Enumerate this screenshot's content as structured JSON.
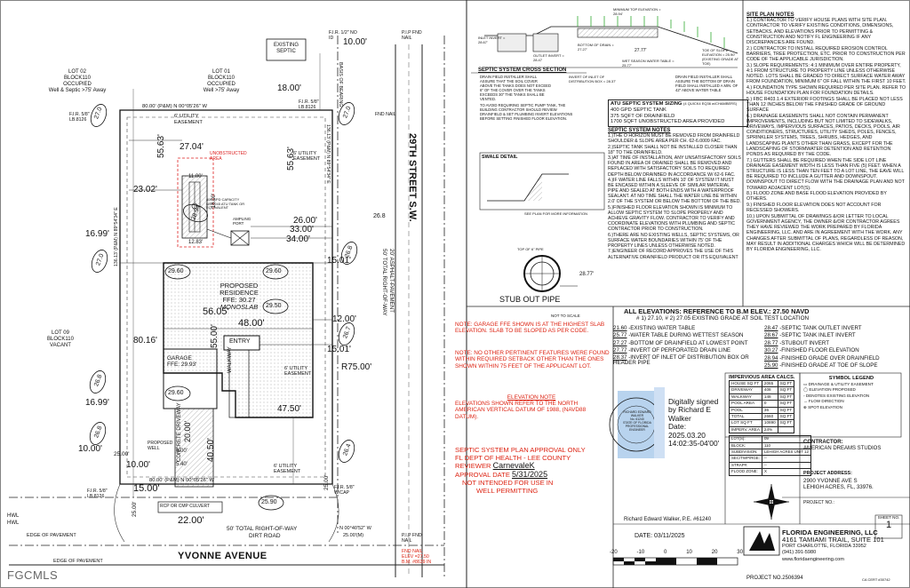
{
  "plan": {
    "avenue": "YVONNE AVENUE",
    "street": "29TH STREET S.W.",
    "row_street_1": "50' TOTAL RIGHT-OF-WAY",
    "row_street_2": "20' ASPHALT-PAVEMENT",
    "row_ave_1": "50' TOTAL RIGHT-OF-WAY",
    "row_ave_2": "DIRT ROAD",
    "edge_pavement": "EDGE OF PAVEMENT",
    "edge_pavement_b": "EDGE OF PAVEMENT",
    "lot02_1": "LOT 02",
    "lot02_2": "BLOCK110",
    "lot02_3": "OCCUPIED",
    "lot02_4": "Well & Septic >75' Away",
    "lot01_1": "LOT 01",
    "lot01_2": "BLOCK110",
    "lot01_3": "OCCUPIED",
    "lot01_4": "Well >75' Away",
    "lot09_1": "LOT 09",
    "lot09_2": "BLOCK110",
    "lot09_3": "VACANT",
    "existing_septic_1": "EXISTING",
    "existing_septic_2": "SEPTIC",
    "residence_1": "PROPOSED",
    "residence_2": "RESIDENCE",
    "ffe": "FFE: 30.27",
    "monoslab": "MONOSLAB",
    "garage": "GARAGE",
    "garage_ffe": "FFE: 29.93'",
    "entry": "ENTRY",
    "walkway": "WALKWAY",
    "driveway": "CONCRETE DRIVEWAY",
    "culvert": "RCP OR CMP CULVERT",
    "proposed_well": "PROPOSED WELL",
    "unobstructed": "UNOBSTRUCTED AREA",
    "dim_top": "80.00' (P&M) N 00°05'26\" W",
    "dim_bottom": "80.00' (P&M) N 00°05'26\" W",
    "dim_bottom2": "N 00°40'52\" W",
    "dim_bottom3": "25.00'(M)",
    "dim_left": "136.13' (P&M) N 89°54'34\" E",
    "dim_right": "136.13' (P&M) N 89°54'34\" E",
    "easement_top": "6' UTILITY EASEMENT",
    "easement_right": "6' UTILITY EASEMENT",
    "easement_bottom": "6' UTILITY EASEMENT",
    "easement_right2": "6' UTILITY EASEMENT",
    "fir_1": "F.I.R. 5/8\" LB.8126",
    "fir_2": "F.I.R. 5/8\" LB.8126",
    "fir_3": "F.I.R. 5/8\" LB.8126",
    "fir_4": "F.I.R. 5/8\" W/CAP",
    "fir_top": "F.I.R. 1/2\" NO ID",
    "pip_top": "P.I.P FND NAIL",
    "pip_bottom": "P.I.P FND NAIL",
    "fnd_nail_right": "FND NAIL",
    "elev_tag_1": "FND NAIL",
    "elev_tag_2": "ELEV =27.50",
    "elev_tag_3": "B.M. #8639 IN",
    "basis": "BASIS OF BEARING",
    "hwl": "HWL",
    "hwl2": "HWL",
    "r75": "R75.00'",
    "d10a": "10.00'",
    "d18": "18.00'",
    "d2704": "27.04'",
    "d2302": "23.02'",
    "d5563a": "55.63'",
    "d5563b": "55.63'",
    "d1100": "11.00'",
    "d1600": "16.00'",
    "d1283": "12.83'",
    "d2600": "26.00'",
    "d3300": "33.00'",
    "d3400": "34.00'",
    "d1699a": "16.99'",
    "d1699b": "16.99'",
    "d1501a": "15.01'",
    "d1501b": "15.01'",
    "d5605": "56.05'",
    "d4800": "48.00'",
    "d1200": "12.00'",
    "d5500": "55.00'",
    "d8016": "80.16'",
    "d4750": "47.50'",
    "d4050": "40.50'",
    "d2500a": "25.00'",
    "d2500b": "25.00'",
    "d2500c": "25.00'",
    "d1000b": "10.00'",
    "d1000c": "10.00'",
    "d1500": "15.00'",
    "d2200": "22.00'",
    "d600": "6.00'",
    "d540": "5.40'",
    "d2000": "20.00'",
    "e27a": "27.0",
    "e27b": "27.0",
    "e27c": "27.0",
    "e268a": "26.8",
    "e268b": "26.8",
    "e268c": "26.8",
    "e268d": "26.8",
    "e296a": "29.60",
    "e296b": "29.60",
    "e296c": "29.60",
    "e295": "29.50",
    "e267": "26.7",
    "e264": "26.4",
    "e259": "25.90",
    "e2894": "28.94",
    "ampling": "AMPLING PORT",
    "tank_note": "400 GPD CAPACITY NSF-245 ATU TANK OR EQUIVALENT"
  },
  "cross": {
    "title": "SEPTIC SYSTEM CROSS SECTION",
    "note1": "DRAIN FIELD INSTALLER SHALL ASSURE THAT THE SOIL COVER ABOVE THE TANKS DOES NOT EXCEED 6\" OF THE COVER OVER THE TANKS EXCEEDS 30\" THE TANKS SHALL BE VENTED.",
    "note2": "DRAIN FIELD INSTALLER SHALL ASSURE THE BOTTOM OF DRAIN FIELD SHALL INSTALLED A MIN. OF 42\" ABOVE WATER TABLE",
    "note3": "TO AVOID REQUIRING SEPTIC PUMP TANK, THE BUILDING CONTRACTOR SHOULD REVIEW DRAINFIELD & SET PLUMBING INVERT ELEVATIONS BEFORE SETTING FINISHED FLOOR ELEVATION.",
    "inlet_invert": "INLET INVERT = 28.67'",
    "outlet_invert": "OUTLET INVERT = 28.47",
    "invert_dist": "INVERT OF INLET OF DISTRIBUTION BOX = 28.37'",
    "bottom_drain": "BOTTOM OF DRAIN = 27.27'",
    "toe_slope": "TOE OF SLOPE ELEVATION = 25.90' (EXISTING GRADE AT TOE)",
    "wet_season": "WET SEASON WATER TABLE = 25.77'",
    "min_top": "MINIMUM TOP ELEVATION = 28.94'",
    "field": "27.77'"
  },
  "atu": {
    "title": "ATU SEPTIC SYSTEM SIZING",
    "sub": "(4 QUICK4 EQ36 w/CHAMBERS)",
    "r1": "400  GPD  SEPTIC TANK",
    "r2": "375  SQFT  OF DRAINFIELD",
    "r3": "1700 SQFT  UNOBSTRUCTED AREA PROVIDED"
  },
  "septic_notes": {
    "title": "SEPTIC SYSTEM NOTES",
    "items": [
      "1.)THE O HORIZON MUST BE REMOVED FROM DRAINFIELD SHOULDER & SLOPE AREA PER CH. 62-6.0009 FAC.",
      "2.)SEPTIC TANK SHALL NOT BE INSTALLED CLOSER THAN 18\" TO THE DRAINFIELD.",
      "3.)AT TIME OF INSTALLATION, ANY UNSATISFACTORY SOILS FOUND IN AREA OF DRAINED SHALL BE REMOVED AND REPLACED WITH SATISFACTORY SOILS TO REQUIRED DEPTH BELOW DRAINBED IN ACCORDANCE W/ 62-6 FAC.",
      "4.)IF WATER LINE FALLS WITHIN 10' OF SYSTEM IT MUST BE ENCASED WITHIN A SLEEVE OF SIMILAR MATERIAL PIPE AND SEALED AT BOTH ENDS WITH A WATERPROOF SEALANT. AT NO TIME SHALL THE WATER LINE BE WITHIN 2.0' OF THE SYSTEM OR BELOW THE BOTTOM OF THE BED.",
      "5.)FINISHED FLOOR ELEVATION SHOWN IS MINIMUM TO ALLOW SEPTIC SYSTEM TO SLOPE PROPERLY AND ACHIEVE GRAVITY FLOW. CONTRACTOR TO VERIFY AND COORDINATE ELEVATIONS WITH PLUMBING AND SEPTIC CONTRACTOR PRIOR TO CONSTRUCTION.",
      "6.)THERE ARE NO EXISTING WELLS, SEPTIC SYSTEMS, OR SURFACE WATER BOUNDARIES WITHIN 75' OF THE PROPERTY LINES UNLESS OTHERWISE NOTED.",
      "7.)ENGINEER OF RECORD APPROVES THE USE OF THIS ALTERNATIVE DRAINFIELD PRODUCT OR ITS EQUIVALENT"
    ]
  },
  "swale": {
    "title": "SWALE DETAIL",
    "note": "SEE PLAN FOR MORE INFORMATION"
  },
  "stub": {
    "title": "STUB OUT PIPE",
    "top": "TOP OF 6\" PIPE",
    "elev": "28.77'",
    "scale": "NOT TO SCALE"
  },
  "site_notes": {
    "title": "SITE PLAN NOTES",
    "items": [
      "1.) CONTRACTOR TO VERIFY HOUSE PLANS WITH SITE PLAN. CONTRACTOR TO VERIFY EXISTING CONDITIONS, DIMENSIONS, SETBACKS, AND ELEVATIONS PRIOR TO PERMITTING & CONSTRUCTION AND NOTIFY FL ENGINEERING IF ANY DISCREPANCIES ARE FOUND.",
      "2.) CONTRACTOR TO INSTALL REQUIRED EROSION CONTROL BARRIERS, TREE PROTECTION, ETC. PRIOR TO CONSTRUCTION PER CODE OF THE APPLICABLE JURISDICTION.",
      "3.) SLOPE REQUIREMENTS: 4:1 MINIMUM OVER ENTIRE PROPERTY, 4:1 FROM STRUCTURE TO PROPERTY LINE UNLESS OTHERWISE NOTED. LOTS SHALL BE GRADED TO DIRECT SURFACE WATER AWAY FROM FOUNDATION, MINIMUM 6\" OF FALL WITHIN THE FIRST 10 FEET.",
      "4.) FOUNDATION TYPE SHOWN REQUIRED PER SITE PLAN. REFER TO HOUSE FOUNDATION PLAN FOR FOUNDATION DETAILS.",
      "5.) FBC R403.1.4 EXTERIOR FOOTINGS SHALL BE PLACED NOT LESS THAN 12 INCHES BELOW THE FINISHED GRADE OF GROUND SURFACE",
      "6.) DRAINAGE EASEMENTS SHALL NOT CONTAIN PERMANENT IMPROVEMENTS, INCLUDING BUT NOT LIMITED TO SIDEWALKS, DRIVEWAYS, IMPERVIOUS SURFACES, PATIOS, DECKS, POOLS, AIR CONDITIONERS, STRUCTURES, UTILITY SHEDS, POLES, FENCES, SPRINKLER SYSTEMS, TREES, SHRUBS, HEDGES, AND LANDSCAPING PLANTS OTHER THAN GRASS, EXCEPT FOR THE LANDSCAPING OF STORMWATER DETENTION AND RETENTION PONDS AS REQUIRED BY THE CODE.",
      "7.) GUTTERS SHALL BE REQUIRED WHEN THE SIDE LOT LINE DRAINAGE EASEMENT WIDTH IS LESS THAN FIVE (5) FEET. WHEN A STRUCTURE IS LESS THAN TEN FEET TO A LOT LINE, THE EAVE WILL BE REQUIRED TO INCLUDE A GUTTER AND DOWNSPOUT. DOWNSPOUT TO DIRECT FLOW WITH THE DRAINAGE PLAN AND NOT TOWARD ADJACENT LOT(S).",
      "8.) FLOOD ZONE AND BASE FLOOD ELEVATION PROVIDED BY OTHERS.",
      "9.) FINISHED FLOOR ELEVATION DOES NOT ACCOUNT FOR RECESSED SHOWERS.",
      "10.) UPON SUBMITTAL OF DRAWINGS &/OR LETTER TO LOCAL GOVERNMENT AGENCY, THE OWNER &/OR CONTRACTOR AGREES THEY HAVE REVIEWED THE WORK PREPARED BY FLORIDA ENGINEERING, LLC. AND ARE IN AGREEMENT WITH THE WORK. ANY CHANGES AFTER SUBMITTAL OF PLANS, REGARDLESS OF REASON, MAY RESULT IN ADDITIONAL CHARGES WHICH WILL BE DETERMINED BY FLORIDA ENGINEERING, LLC."
    ]
  },
  "garage_note": "NOTE: GARAGE FFE SHOWN IS AT THE HIGHEST SLAB ELEVATION. SLAB TO BE SLOPED AS PER CODE.",
  "setback_note": "NOTE: NO OTHER PERTINENT FEATURES WERE FOUND WITHIN REQUIRED SETBACK OTHER THAN THE ONES SHOWN WITHIN 75 FEET OF THE APPLICANT LOT.",
  "elevation_note": {
    "title": "ELEVATION NOTE",
    "text": "ELEVATIONS SHOWN REFER TO THE NORTH AMERICAN VERTICAL DATUM OF 1988, (NAVD88 DATUM)."
  },
  "approval": {
    "line1": "SEPTIC SYSTEM PLAN APPROVAL ONLY",
    "line2": "FL DEPT OF HEALTH - LEE COUNTY",
    "reviewer_label": "REVIEWER",
    "reviewer": "CarnevaleK",
    "date_label": "APPROVAL DATE",
    "date": "5/31/2025",
    "not1": "NOT INTENDED FOR USE IN",
    "not2": "WELL PERMITTING"
  },
  "elevations": {
    "title": "ALL ELEVATIONS: REFERENCE TO B.M ELEV.: 27.50  NAVD",
    "soil": "# 1) 27.10, # 2) 27.05 EXISTING GRADE AT SOIL TEST LOCATION",
    "left": [
      [
        "21.60",
        "-EXISTING WATER TABLE"
      ],
      [
        "25.77",
        "-WATER TABLE DURING WETTEST SEASON"
      ],
      [
        "27.27",
        "-BOTTOM OF DRAINFIELD AT LOWEST POINT"
      ],
      [
        "27.77",
        "-INVERT OF PERFORATED  DRAIN LINE"
      ],
      [
        "28.37",
        "-INVERT OF INLET OF DISTRIBUTION BOX OR HEADER PIPE"
      ]
    ],
    "right": [
      [
        "28.47",
        "-SEPTIC TANK OUTLET INVERT"
      ],
      [
        "28.67",
        "-SEPTIC TANK INLET INVERT"
      ],
      [
        "28.77",
        "-STUBOUT INVERT"
      ],
      [
        "30.27",
        "-FINISHED FLOOR ELEVATION"
      ],
      [
        "28.94",
        "-FINISHED GRADE OVER DRAINFIELD"
      ],
      [
        "25.90",
        "-FINISHED GRADE AT TOE OF SLOPE"
      ]
    ]
  },
  "signature": {
    "line1": "Digitally signed",
    "line2": "by Richard E",
    "line3": "Walker",
    "line4": "Date:",
    "line5": "2025.03.20",
    "line6": "14:02:35-04'00'",
    "seal1": "RICHARD EDWARD WALKER",
    "seal2": "No. 61240",
    "seal3": "STATE OF FLORIDA",
    "seal4": "PROFESSIONAL ENGINEER",
    "name": "Richard Edward Walker, P.E. #61240",
    "date": "DATE: 03/11/2025"
  },
  "impervious": {
    "title": "IMPERVIOUS AREA CALCS.",
    "rows": [
      [
        "HOUSE SQ FT",
        "2065",
        "SQ.FT"
      ],
      [
        "DRIVEWAY",
        "408",
        "SQ.FT"
      ],
      [
        "WALKWAY",
        "148",
        "SQ.FT"
      ],
      [
        "POOL AREA",
        "0",
        "SQ.FT"
      ],
      [
        "POOL",
        "36",
        "SQ.FT"
      ],
      [
        "TOTAL",
        "2660",
        "SQ.FT"
      ],
      [
        "LOT SQ FT",
        "10890",
        "SQ.FT"
      ],
      [
        "IMPERV. AREA",
        "24%",
        ""
      ]
    ],
    "lot_rows": [
      [
        "LOT(S):",
        "09"
      ],
      [
        "BLOCK:",
        "110"
      ],
      [
        "SUBDIVISION:",
        "LEHIGH ACRES UNIT 12"
      ],
      [
        "SEC/TWP/RGE:",
        "--"
      ],
      [
        "STRAP#:",
        "--"
      ],
      [
        "FLOOD ZONE:",
        "X"
      ]
    ]
  },
  "symbols": {
    "title": "SYMBOL LEGEND",
    "items": [
      "DRAINAGE & UTILITY EASEMENT",
      "ELEVATION PROPOSED",
      "DENOTES EXISTING ELEVATION",
      "FLOW DIRECTION",
      "SPOT ELEVATION"
    ]
  },
  "contractor": {
    "label": "CONTRACTOR:",
    "name": "AMERICAN DREAMS STUDIOS",
    "address_label": "PROJECT ADDRESS:",
    "address1": "2900 YVONNE AVE S",
    "address2": "LEHIGH ACRES, FL, 33976.",
    "proj": "PROJECT NO.:",
    "sheet_label": "SHEET NO.",
    "sheet": "1"
  },
  "firm": {
    "name": "FLORIDA ENGINEERING, LLC",
    "addr1": "4161 TAMIAMI TRAIL, SUITE 101",
    "addr2": "PORT CHARLOTTE, FLORIDA 33952",
    "phone": "(941) 391-5980",
    "web": "www.floridaengineering.com",
    "proj_no": "PROJECT NO.2506394",
    "ca": "CA CERT #30742"
  },
  "scale": {
    "ticks": [
      "-20",
      "-10",
      "0",
      "10",
      "20",
      "30"
    ]
  },
  "watermark": "FGCMLS"
}
